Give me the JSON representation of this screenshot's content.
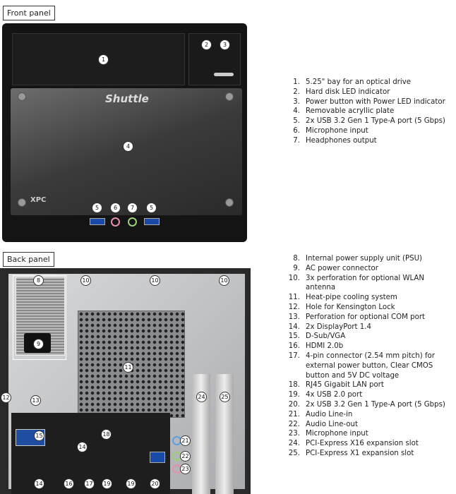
{
  "front": {
    "label": "Front panel",
    "brand": "Shuttle",
    "logo": "XPC",
    "callouts": [
      "1",
      "2",
      "3",
      "4",
      "5",
      "6",
      "7",
      "5"
    ],
    "items": [
      {
        "num": "1.",
        "text": "5.25\" bay for an optical drive"
      },
      {
        "num": "2.",
        "text": "Hard disk LED indicator"
      },
      {
        "num": "3.",
        "text": "Power button with Power LED indicator"
      },
      {
        "num": "4.",
        "text": "Removable acryllic plate"
      },
      {
        "num": "5.",
        "text": "2x USB 3.2 Gen 1 Type-A port (5 Gbps)"
      },
      {
        "num": "6.",
        "text": "Microphone input"
      },
      {
        "num": "7.",
        "text": "Headphones output"
      }
    ]
  },
  "back": {
    "label": "Back panel",
    "callouts": [
      "8",
      "10",
      "10",
      "10",
      "9",
      "11",
      "12",
      "13",
      "24",
      "25",
      "15",
      "18",
      "14",
      "21",
      "22",
      "23",
      "14",
      "16",
      "17",
      "19",
      "19",
      "20"
    ],
    "items": [
      {
        "num": "8.",
        "text": "Internal power supply unit (PSU)"
      },
      {
        "num": "9.",
        "text": "AC power connector"
      },
      {
        "num": "10.",
        "text": "3x perforation for optional WLAN antenna"
      },
      {
        "num": "11.",
        "text": "Heat-pipe cooling system"
      },
      {
        "num": "12.",
        "text": "Hole for Kensington Lock"
      },
      {
        "num": "13.",
        "text": "Perforation for optional COM port"
      },
      {
        "num": "14.",
        "text": "2x DisplayPort 1.4"
      },
      {
        "num": "15.",
        "text": "D-Sub/VGA"
      },
      {
        "num": "16.",
        "text": "HDMI 2.0b"
      },
      {
        "num": "17.",
        "text": "4-pin connector (2.54 mm pitch) for external power button, Clear CMOS button and 5V DC voltage"
      },
      {
        "num": "18.",
        "text": "RJ45 Gigabit LAN port"
      },
      {
        "num": "19.",
        "text": "4x USB 2.0 port"
      },
      {
        "num": "20.",
        "text": "2x USB 3.2 Gen 1 Type-A port (5 Gbps)"
      },
      {
        "num": "21.",
        "text": "Audio Line-in"
      },
      {
        "num": "22.",
        "text": "Audio Line-out"
      },
      {
        "num": "23.",
        "text": "Microphone input"
      },
      {
        "num": "24.",
        "text": "PCI-Express X16 expansion slot"
      },
      {
        "num": "25.",
        "text": "PCI-Express X1 expansion slot"
      }
    ]
  }
}
